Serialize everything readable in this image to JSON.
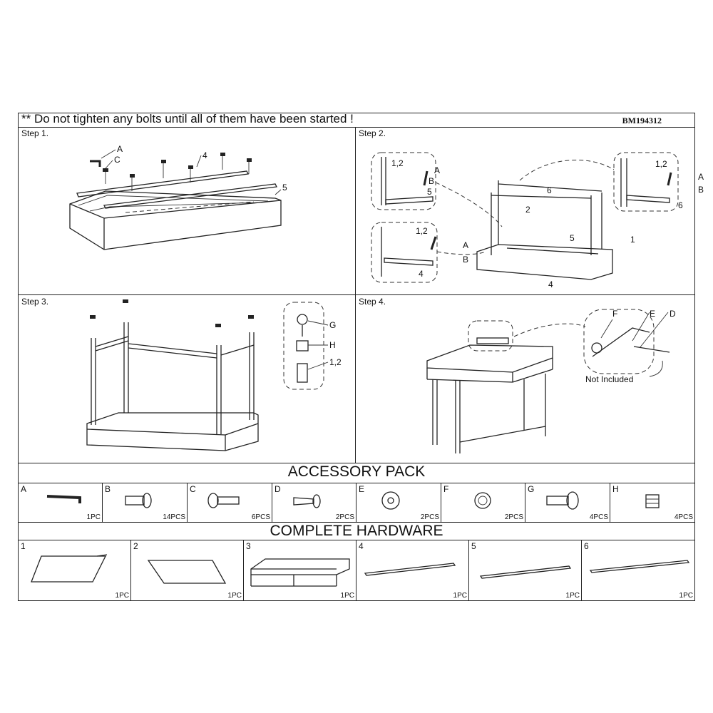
{
  "header": {
    "warning": "** Do not tighten any bolts until all of them have been started !",
    "model_code": "BM194312"
  },
  "steps": [
    {
      "label": "Step 1.",
      "callouts": [
        "A",
        "C",
        "4",
        "5"
      ]
    },
    {
      "label": "Step 2.",
      "callouts": [
        "1,2",
        "A",
        "B",
        "5",
        "6",
        "2",
        "5",
        "1",
        "1,2",
        "A",
        "B",
        "4",
        "4",
        "1,2",
        "A",
        "B",
        "6"
      ]
    },
    {
      "label": "Step 3.",
      "callouts": [
        "G",
        "H",
        "1,2"
      ]
    },
    {
      "label": "Step 4.",
      "callouts": [
        "F",
        "E",
        "D"
      ],
      "note": "Not Included"
    }
  ],
  "accessory_pack": {
    "title": "ACCESSORY PACK",
    "items": [
      {
        "key": "A",
        "qty": "1PC",
        "icon": "hex-key-icon"
      },
      {
        "key": "B",
        "qty": "14PCS",
        "icon": "flat-bolt-icon"
      },
      {
        "key": "C",
        "qty": "6PCS",
        "icon": "hex-bolt-icon"
      },
      {
        "key": "D",
        "qty": "2PCS",
        "icon": "wood-screw-icon"
      },
      {
        "key": "E",
        "qty": "2PCS",
        "icon": "washer-icon"
      },
      {
        "key": "F",
        "qty": "2PCS",
        "icon": "knob-icon"
      },
      {
        "key": "G",
        "qty": "4PCS",
        "icon": "leveler-bolt-icon"
      },
      {
        "key": "H",
        "qty": "4PCS",
        "icon": "insert-nut-icon"
      }
    ]
  },
  "complete_hardware": {
    "title": "COMPLETE HARDWARE",
    "items": [
      {
        "key": "1",
        "qty": "1PC",
        "icon": "side-frame-icon"
      },
      {
        "key": "2",
        "qty": "1PC",
        "icon": "side-frame-icon"
      },
      {
        "key": "3",
        "qty": "1PC",
        "icon": "drawer-top-icon"
      },
      {
        "key": "4",
        "qty": "1PC",
        "icon": "crossbar-icon"
      },
      {
        "key": "5",
        "qty": "1PC",
        "icon": "crossbar-icon"
      },
      {
        "key": "6",
        "qty": "1PC",
        "icon": "crossbar-icon"
      }
    ]
  }
}
